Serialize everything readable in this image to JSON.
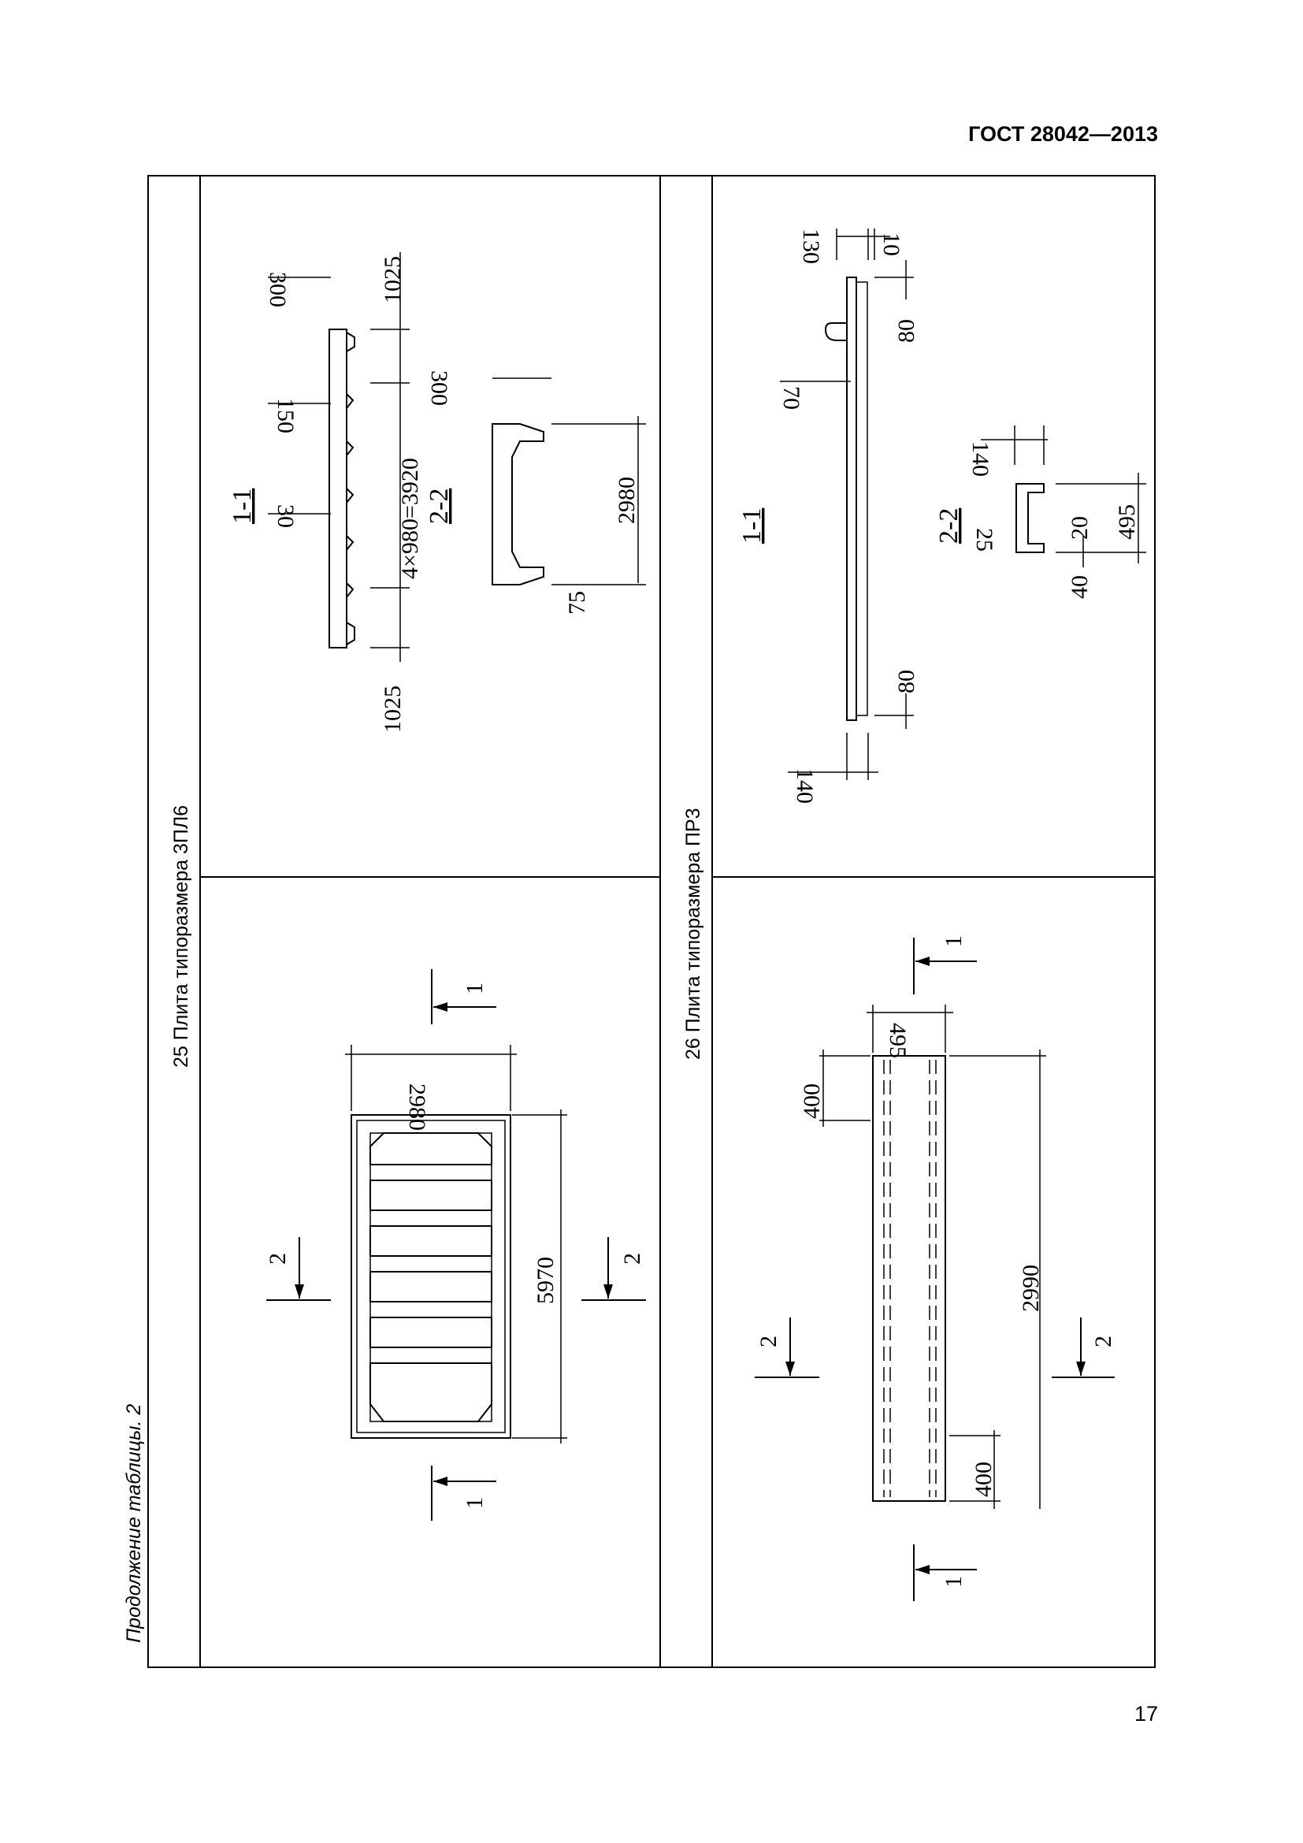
{
  "header": {
    "standard": "ГОСТ 28042—2013"
  },
  "table_caption": "Продолжение таблицы. 2",
  "rows": [
    {
      "title": "25 Плита типоразмера 3ПЛ6",
      "plan": {
        "width": "2980",
        "length": "5970",
        "section_marks": [
          "1",
          "1",
          "2",
          "2"
        ]
      },
      "sections": {
        "s11_label": "1-1",
        "s22_label": "2-2",
        "dims": [
          "300",
          "1025",
          "300",
          "150",
          "30",
          "4×980=3920",
          "2980",
          "75",
          "1025"
        ]
      }
    },
    {
      "title": "26 Плита типоразмера ПР3",
      "plan": {
        "width": "495",
        "length": "2990",
        "end_offset_top": "400",
        "end_offset_bottom": "400",
        "section_marks": [
          "1",
          "1",
          "2",
          "2"
        ]
      },
      "sections": {
        "s11_label": "1-1",
        "s22_label": "2-2",
        "dims": [
          "130",
          "10",
          "80",
          "70",
          "140",
          "80",
          "140",
          "25",
          "20",
          "495",
          "40"
        ]
      }
    }
  ],
  "page_number": "17"
}
